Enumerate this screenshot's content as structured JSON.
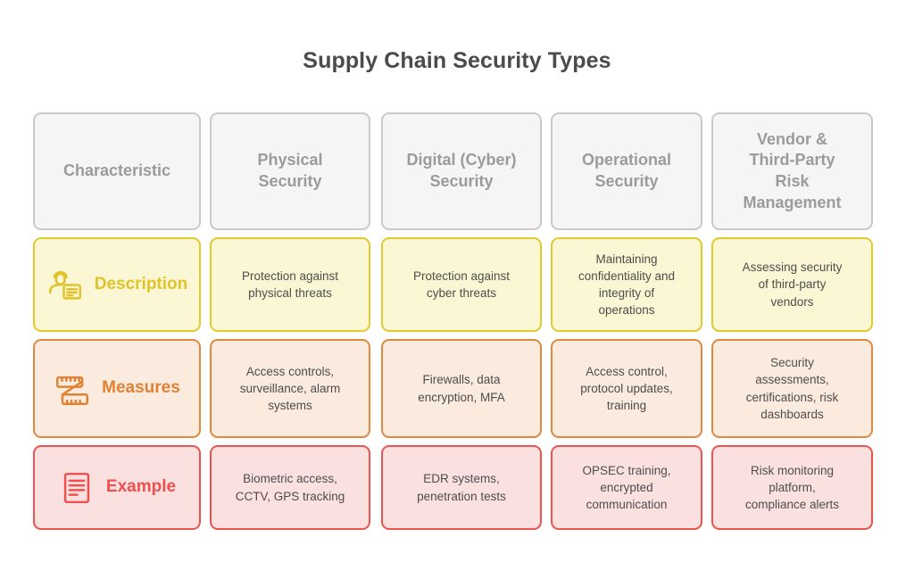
{
  "title": "Supply Chain Security Types",
  "colors": {
    "title_text": "#4b4b4b",
    "header_fill": "#f5f5f5",
    "header_border": "#c9c9c9",
    "header_text": "#9b9b9b",
    "description_fill": "#fbf6d3",
    "description_border": "#e0cb2c",
    "description_label": "#e0c32a",
    "measures_fill": "#fbeade",
    "measures_border": "#e0883f",
    "measures_label": "#e08232",
    "example_fill": "#fbe0e0",
    "example_border": "#ef5350",
    "example_label": "#ef4f4f",
    "body_text": "#4d4d4d",
    "page_background": "#ffffff"
  },
  "table": {
    "headers": [
      "Characteristic",
      "Physical\nSecurity",
      "Digital (Cyber)\nSecurity",
      "Operational\nSecurity",
      "Vendor &\nThird-Party\nRisk\nManagement"
    ],
    "rows": [
      {
        "key": "description",
        "label": "Description",
        "icon": "person-document-icon",
        "cells": [
          "Protection against\nphysical threats",
          "Protection against\ncyber threats",
          "Maintaining\nconfidentiality and\nintegrity of\noperations",
          "Assessing security\nof third-party\nvendors"
        ]
      },
      {
        "key": "measures",
        "label": "Measures",
        "icon": "measuring-tape-icon",
        "cells": [
          "Access controls,\nsurveillance, alarm\nsystems",
          "Firewalls, data\nencryption, MFA",
          "Access control,\nprotocol updates,\ntraining",
          "Security\nassessments,\ncertifications, risk\ndashboards"
        ]
      },
      {
        "key": "example",
        "label": "Example",
        "icon": "document-lines-icon",
        "cells": [
          "Biometric access,\nCCTV, GPS tracking",
          "EDR systems,\npenetration tests",
          "OPSEC training,\nencrypted\ncommunication",
          "Risk monitoring\nplatform,\ncompliance alerts"
        ]
      }
    ]
  }
}
